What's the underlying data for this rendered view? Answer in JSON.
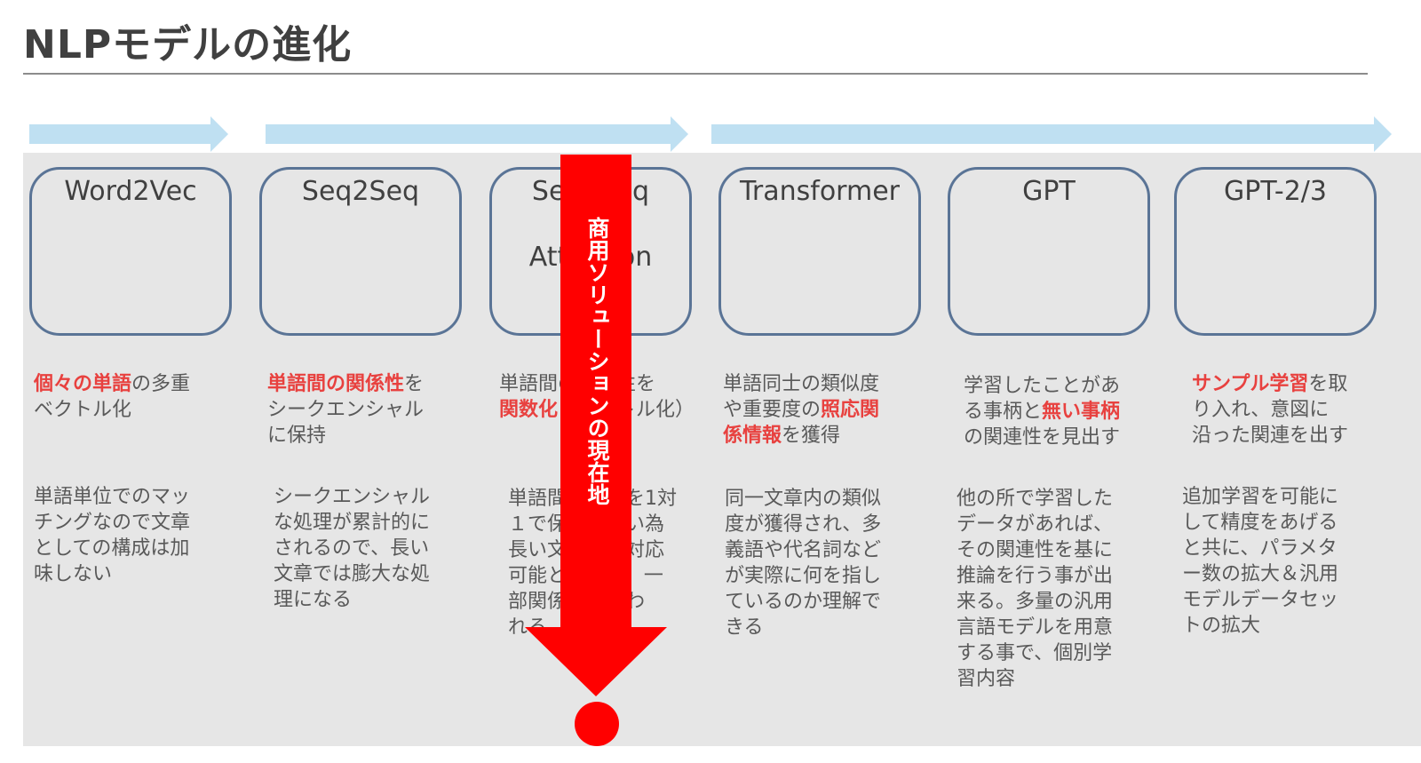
{
  "title": "NLPモデルの進化",
  "marker_label": "商用ソリューションの現在地",
  "colors": {
    "arrow": "#bfe0f2",
    "panel": "#e6e6e6",
    "box_border": "#5a7496",
    "highlight": "#e8413f",
    "marker": "#ff0000"
  },
  "models": [
    {
      "name_lines": [
        "Word2Vec"
      ],
      "desc_lines": [
        [
          {
            "t": "個々の単語",
            "hl": true
          },
          {
            "t": "の多重"
          }
        ],
        [
          {
            "t": "ベクトル化"
          }
        ]
      ],
      "note_lines": [
        "単語単位でのマッ",
        "チングなので文章",
        "としての構成は加",
        "味しない"
      ]
    },
    {
      "name_lines": [
        "Seq2Seq"
      ],
      "desc_lines": [
        [
          {
            "t": "単語間の関係性",
            "hl": true
          },
          {
            "t": "を"
          }
        ],
        [
          {
            "t": "シークエンシャル"
          }
        ],
        [
          {
            "t": "に保持"
          }
        ]
      ],
      "note_lines": [
        "シークエンシャル",
        "な処理が累計的に",
        "されるので、長い",
        "文章では膨大な処",
        "理になる"
      ]
    },
    {
      "name_lines": [
        "Seq2Seq",
        "Attention"
      ],
      "desc_lines": [
        [
          {
            "t": "単語間の関係性を"
          }
        ],
        [
          {
            "t": "関数化",
            "hl": true
          },
          {
            "t": "（ベクトル化）"
          }
        ]
      ],
      "note_lines": [
        "単語間の関係を1対",
        "１で保持しない為",
        "長い文章にも対応",
        "可能となるが、一",
        "部関係性が失わ",
        "れる"
      ]
    },
    {
      "name_lines": [
        "Transformer"
      ],
      "desc_lines": [
        [
          {
            "t": "単語同士の類似度"
          }
        ],
        [
          {
            "t": "や重要度の"
          },
          {
            "t": "照応関",
            "hl": true
          }
        ],
        [
          {
            "t": "係情報",
            "hl": true
          },
          {
            "t": "を獲得"
          }
        ]
      ],
      "note_lines": [
        "同一文章内の類似",
        "度が獲得され、多",
        "義語や代名詞など",
        "が実際に何を指し",
        "ているのか理解で",
        "きる"
      ]
    },
    {
      "name_lines": [
        "GPT"
      ],
      "desc_lines": [
        [
          {
            "t": "学習したことがあ"
          }
        ],
        [
          {
            "t": "る事柄と"
          },
          {
            "t": "無い事柄",
            "hl": true
          }
        ],
        [
          {
            "t": "の関連性を見出す"
          }
        ]
      ],
      "note_lines": [
        "他の所で学習した",
        "データがあれば、",
        "その関連性を基に",
        "推論を行う事が出",
        "来る。多量の汎用",
        "言語モデルを用意",
        "する事で、個別学",
        "習内容"
      ]
    },
    {
      "name_lines": [
        "GPT-2/3"
      ],
      "desc_lines": [
        [
          {
            "t": "サンプル学習",
            "hl": true
          },
          {
            "t": "を取"
          }
        ],
        [
          {
            "t": "り入れ、意図に"
          }
        ],
        [
          {
            "t": "沿った関連を出す"
          }
        ]
      ],
      "note_lines": [
        "追加学習を可能に",
        "して精度をあげる",
        "と共に、パラメタ",
        "ー数の拡大＆汎用",
        "モデルデータセッ",
        "トの拡大"
      ]
    }
  ]
}
